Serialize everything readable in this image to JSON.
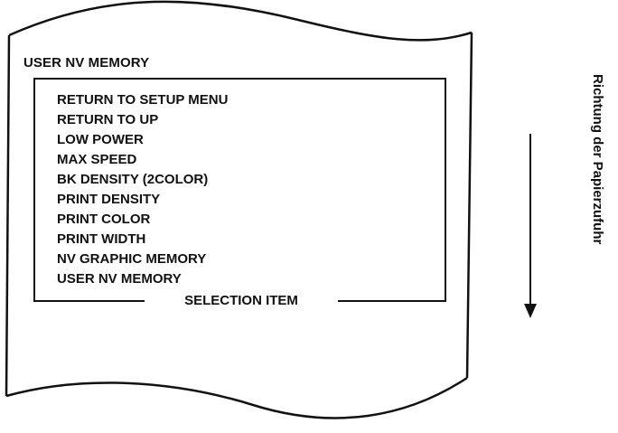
{
  "paper": {
    "title": "USER NV MEMORY"
  },
  "menu": {
    "items": [
      "RETURN TO SETUP MENU",
      "RETURN TO UP",
      "LOW POWER",
      "MAX SPEED",
      "BK DENSITY (2COLOR)",
      "PRINT DENSITY",
      "PRINT COLOR",
      "PRINT WIDTH",
      "NV GRAPHIC MEMORY",
      "USER NV MEMORY"
    ],
    "selection_label": "SELECTION ITEM"
  },
  "direction": {
    "label": "Richtung der Papierzufuhr",
    "arrow_icon": "arrow-down-icon"
  }
}
